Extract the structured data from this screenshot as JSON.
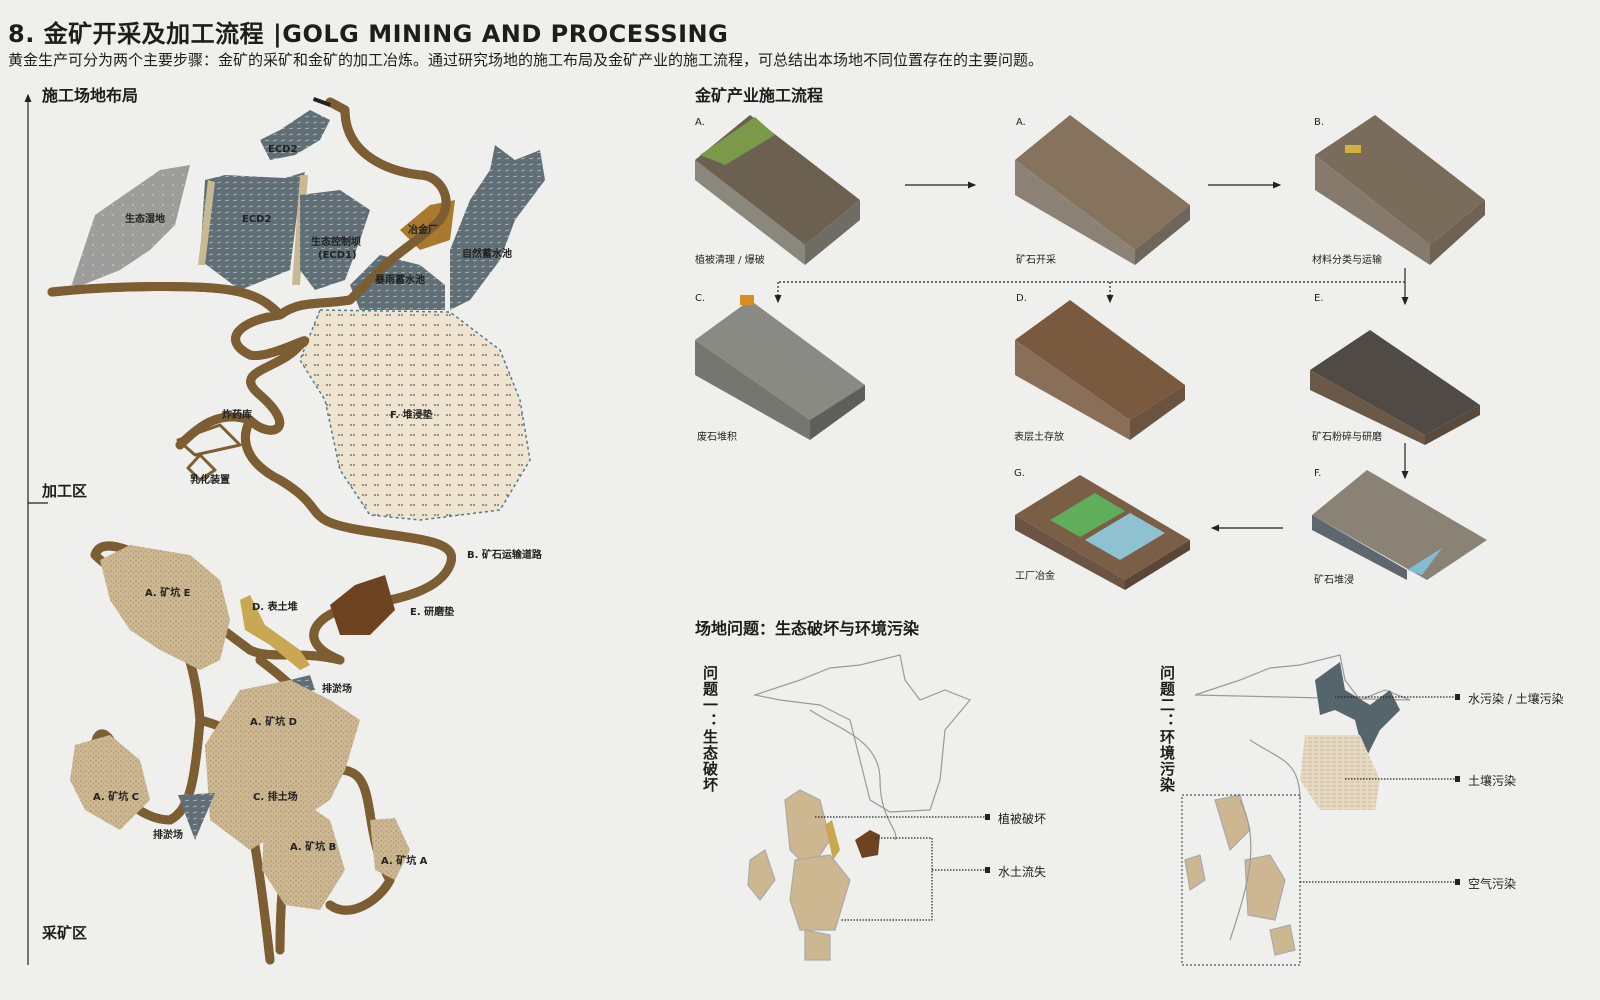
{
  "header": {
    "title": "8. 金矿开采及加工流程 |GOLG MINING AND PROCESSING",
    "subtitle": "黄金生产可分为两个主要步骤：金矿的采矿和金矿的加工冶炼。通过研究场地的施工布局及金矿产业的施工流程，可总结出本场地不同位置存在的主要问题。"
  },
  "layout_section": {
    "heading": "施工场地布局",
    "zones": [
      "加工区",
      "采矿区"
    ],
    "labels": {
      "wetland": "生态湿地",
      "ecd2_top": "ECD2",
      "ecd2": "ECD2",
      "ecd1_a": "生态控制坝",
      "ecd1_b": "(ECD1)",
      "smelter": "冶金厂",
      "natural_pond": "自然蓄水池",
      "storm_pond": "暴雨蓄水池",
      "heap_leach": "F. 堆浸垫",
      "explosives": "炸药库",
      "emulsion": "乳化装置",
      "haul_road": "B. 矿石运输道路",
      "pit_e": "A. 矿坑 E",
      "topsoil": "D. 表土堆",
      "grinding": "E. 研磨垫",
      "tailings_1": "排淤场",
      "pit_d": "A. 矿坑 D",
      "pit_c": "A. 矿坑 C",
      "dump": "C. 排土场",
      "tailings_2": "排淤场",
      "pit_b": "A. 矿坑 B",
      "pit_a": "A. 矿坑 A"
    }
  },
  "process_section": {
    "heading": "金矿产业施工流程",
    "steps": [
      {
        "letter": "A.",
        "caption": "植被清理 / 爆破"
      },
      {
        "letter": "A.",
        "caption": "矿石开采"
      },
      {
        "letter": "B.",
        "caption": "材料分类与运输"
      },
      {
        "letter": "C.",
        "caption": "废石堆积"
      },
      {
        "letter": "D.",
        "caption": "表层土存放"
      },
      {
        "letter": "E.",
        "caption": "矿石粉碎与研磨"
      },
      {
        "letter": "G.",
        "caption": "工厂冶金"
      },
      {
        "letter": "F.",
        "caption": "矿石堆浸"
      }
    ]
  },
  "issues_section": {
    "heading": "场地问题：生态破坏与环境污染",
    "issue1": {
      "title": "问题一：生态破坏",
      "legend": [
        "植被破坏",
        "水土流失"
      ]
    },
    "issue2": {
      "title": "问题二：环境污染",
      "legend": [
        "水污染 / 土壤污染",
        "土壤污染",
        "空气污染"
      ]
    }
  },
  "colors": {
    "road": "#8a6a3c",
    "water": "#5f6f75",
    "heap": "#efe4d0",
    "pit": "#cdb791",
    "smelter": "#a9792d",
    "grinding": "#6e4420",
    "topsoil": "#c9a753"
  }
}
